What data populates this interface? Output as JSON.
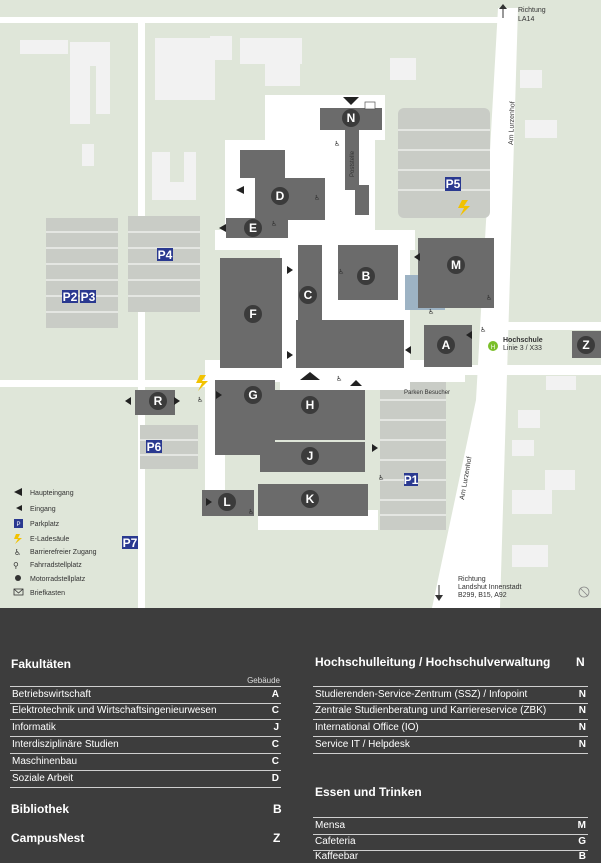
{
  "map": {
    "direction_north": {
      "line1": "Richtung",
      "line2": "LA14"
    },
    "direction_south": {
      "line1": "Richtung",
      "line2": "Landshut Innenstadt",
      "line3": "B299, B15, A92"
    },
    "street_upper": "Am Lurzenhof",
    "street_lower": "Am Lurzenhof",
    "poststelle": "Poststelle",
    "bus_stop": {
      "line1": "Hochschule",
      "line2": "Linie 3 / X33"
    },
    "parken_besucher": "Parken Besucher",
    "buildings": [
      "N",
      "D",
      "E",
      "B",
      "M",
      "C",
      "F",
      "A",
      "Z",
      "R",
      "G",
      "H",
      "J",
      "L",
      "K"
    ],
    "parking": [
      "P1",
      "P2",
      "P3",
      "P4",
      "P5",
      "P6",
      "P7"
    ],
    "legend": {
      "haupteingang": "Haupteingang",
      "eingang": "Eingang",
      "parkplatz": "Parkplatz",
      "eladesaeule": "E-Ladesäule",
      "barrierefrei": "Barrierefreier Zugang",
      "fahrrad": "Fahrradstellplatz",
      "motorrad": "Motorradstellplatz",
      "briefkasten": "Briefkasten"
    },
    "colors": {
      "building": "#6b6b6b",
      "bg": "#dfe6d9",
      "road": "#ffffff",
      "parking_blue": "#2a3990",
      "eladen": "#f2c200",
      "bus": "#7bbf2a",
      "water": "#9db3c4"
    }
  },
  "fakultaeten": {
    "title": "Fakultäten",
    "gebaeude_header": "Gebäude",
    "rows": [
      {
        "name": "Betriebswirtschaft",
        "code": "A"
      },
      {
        "name": "Elektrotechnik und Wirtschaftsingenieurwesen",
        "code": "C"
      },
      {
        "name": "Informatik",
        "code": "J"
      },
      {
        "name": "Interdisziplinäre Studien",
        "code": "C"
      },
      {
        "name": "Maschinenbau",
        "code": "C"
      },
      {
        "name": "Soziale Arbeit",
        "code": "D"
      }
    ]
  },
  "bibliothek": {
    "title": "Bibliothek",
    "code": "B"
  },
  "campusnest": {
    "title": "CampusNest",
    "code": "Z"
  },
  "hochschulleitung": {
    "title": "Hochschulleitung / Hochschulverwaltung",
    "code": "N",
    "rows": [
      {
        "name": "Studierenden-Service-Zentrum (SSZ) / Infopoint",
        "code": "N"
      },
      {
        "name": "Zentrale Studienberatung und Karriereservice (ZBK)",
        "code": "N"
      },
      {
        "name": "International Office (IO)",
        "code": "N"
      },
      {
        "name": "Service IT / Helpdesk",
        "code": "N"
      }
    ]
  },
  "essen": {
    "title": "Essen und Trinken",
    "rows": [
      {
        "name": "Mensa",
        "code": "M"
      },
      {
        "name": "Cafeteria",
        "code": "G"
      },
      {
        "name": "Kaffeebar",
        "code": "B"
      }
    ]
  }
}
